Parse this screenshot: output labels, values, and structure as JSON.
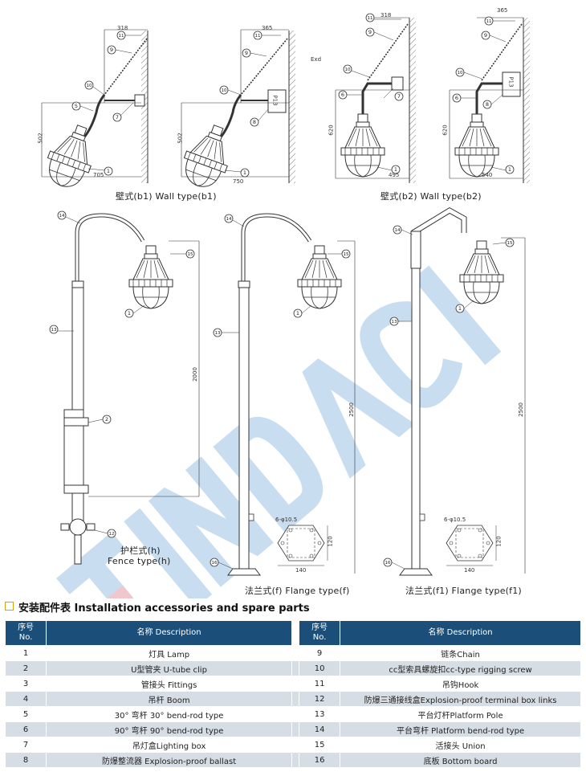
{
  "figures": {
    "wall_b1": {
      "caption": "壁式(b1) Wall type(b1)",
      "dims": [
        "318",
        "365",
        "502",
        "502",
        "705",
        "750"
      ]
    },
    "wall_b2": {
      "caption": "壁式(b2) Wall type(b2)",
      "dims": [
        "318",
        "365",
        "620",
        "620",
        "495",
        "540"
      ],
      "exd": "Exd"
    },
    "fence_h": {
      "caption_line1": "护栏式(h)",
      "caption_line2": "Fence type(h)",
      "height": "2000"
    },
    "flange_f": {
      "caption": "法兰式(f) Flange type(f)",
      "height": "2500",
      "holes": "6-φ10.5",
      "w": "140",
      "h": "120"
    },
    "flange_f1": {
      "caption": "法兰式(f1) Flange type(f1)",
      "height": "2500",
      "holes": "6-φ10.5",
      "w": "140",
      "h": "120"
    },
    "part_numbers": [
      "1",
      "2",
      "5",
      "6",
      "7",
      "8",
      "9",
      "10",
      "11",
      "12",
      "13",
      "14",
      "15",
      "16"
    ],
    "box_label": "P13"
  },
  "section_title": "安装配件表 Installation accessories and spare parts",
  "table": {
    "headers": {
      "no_line1": "序号",
      "no_line2": "No.",
      "desc": "名称 Description"
    },
    "rows": [
      {
        "no_l": "1",
        "desc_l": "灯具 Lamp",
        "no_r": "9",
        "desc_r": "链条Chain"
      },
      {
        "no_l": "2",
        "desc_l": "U型管夹 U-tube clip",
        "no_r": "10",
        "desc_r": "cc型索具螺旋扣cc-type rigging screw"
      },
      {
        "no_l": "3",
        "desc_l": "管接头 Fittings",
        "no_r": "11",
        "desc_r": "吊钩Hook"
      },
      {
        "no_l": "4",
        "desc_l": "吊杆 Boom",
        "no_r": "12",
        "desc_r": "防爆三通接线盒Explosion-proof terminal box links"
      },
      {
        "no_l": "5",
        "desc_l": "30° 弯杆 30° bend-rod type",
        "no_r": "13",
        "desc_r": "平台灯杆Platform Pole"
      },
      {
        "no_l": "6",
        "desc_l": "90° 弯杆 90° bend-rod type",
        "no_r": "14",
        "desc_r": "平台弯杆 Platform bend-rod type"
      },
      {
        "no_l": "7",
        "desc_l": "吊灯盒Lighting box",
        "no_r": "15",
        "desc_r": "活接头 Union"
      },
      {
        "no_l": "8",
        "desc_l": "防爆整流器 Explosion-proof ballast",
        "no_r": "16",
        "desc_r": "底板 Bottom board"
      }
    ]
  },
  "colors": {
    "header_bg": "#1b4f7a",
    "stripe": "#d7dde4",
    "title_box": "#d6a400",
    "watermark": "#9cc4e4"
  }
}
